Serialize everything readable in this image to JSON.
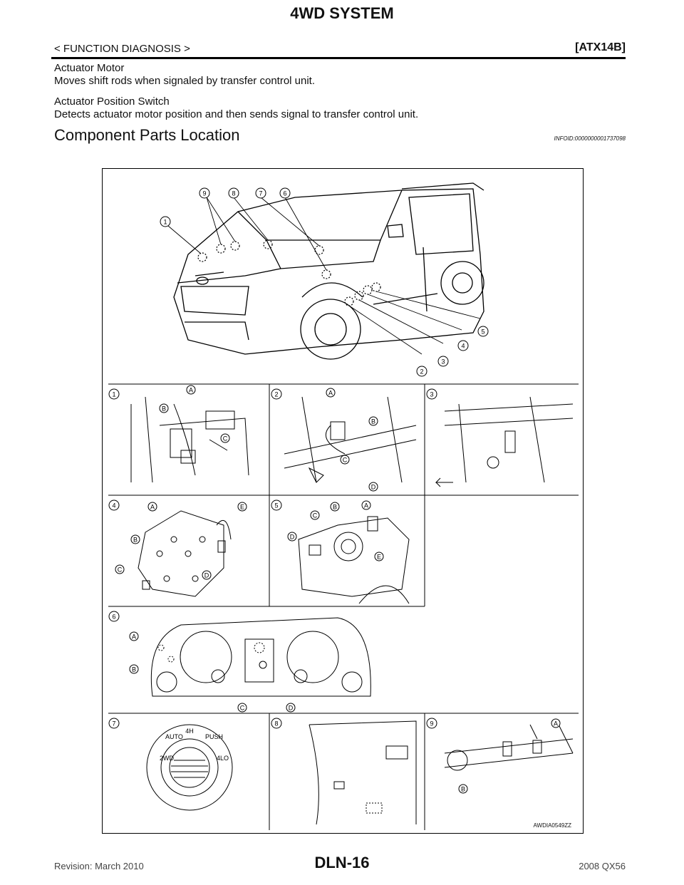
{
  "header": {
    "title": "4WD SYSTEM",
    "section": "< FUNCTION DIAGNOSIS >",
    "code": "[ATX14B]"
  },
  "paragraphs": [
    {
      "heading": "Actuator Motor",
      "text": "Moves shift rods when signaled by transfer control unit."
    },
    {
      "heading": "Actuator Position Switch",
      "text": "Detects actuator motor position and then sends signal to transfer control unit."
    }
  ],
  "section": {
    "title": "Component Parts Location",
    "info_id": "INFOID:0000000001737098"
  },
  "figure": {
    "code": "AWDIA0549ZZ",
    "callouts_vehicle": [
      "1",
      "2",
      "3",
      "4",
      "5",
      "6",
      "7",
      "8",
      "9"
    ],
    "panels": [
      {
        "number": "1",
        "letters": [
          "A",
          "B",
          "C"
        ]
      },
      {
        "number": "2",
        "letters": [
          "A",
          "B",
          "C",
          "D"
        ]
      },
      {
        "number": "3",
        "letters": []
      },
      {
        "number": "4",
        "letters": [
          "A",
          "B",
          "C",
          "D",
          "E"
        ]
      },
      {
        "number": "5",
        "letters": [
          "A",
          "B",
          "C",
          "D",
          "E"
        ]
      },
      {
        "number": "6",
        "letters": [
          "A",
          "B",
          "C",
          "D"
        ]
      },
      {
        "number": "7",
        "letters": []
      },
      {
        "number": "8",
        "letters": []
      },
      {
        "number": "9",
        "letters": [
          "A",
          "B"
        ]
      }
    ],
    "switch_labels": [
      "2WD",
      "AUTO",
      "4H",
      "PUSH",
      "4LO"
    ]
  },
  "footer": {
    "revision": "Revision: March 2010",
    "page": "DLN-16",
    "model": "2008 QX56"
  }
}
